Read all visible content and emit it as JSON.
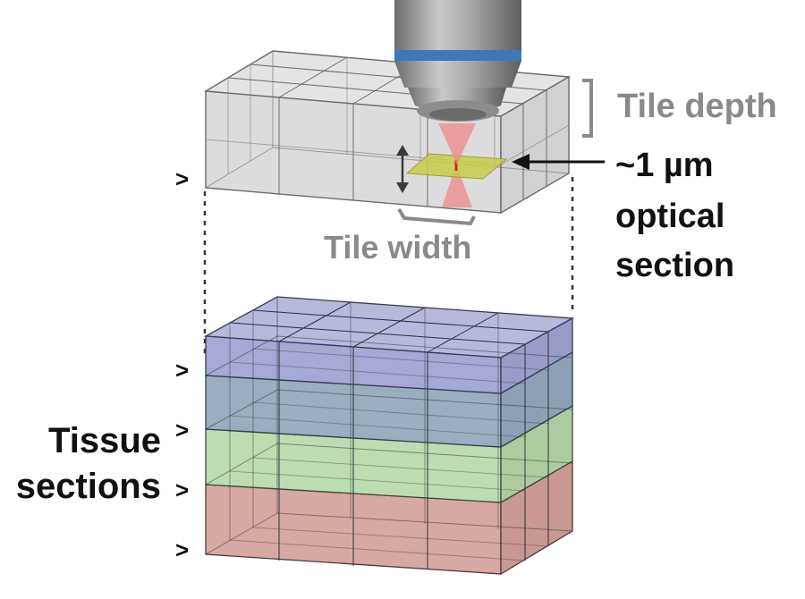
{
  "labels": {
    "tile_depth": "Tile depth",
    "optical_section_line1": "~1 µm",
    "optical_section_line2": "optical",
    "optical_section_line3": "section",
    "tile_width": "Tile width",
    "tissue_line1": "Tissue",
    "tissue_line2": "sections",
    "marker": ">"
  },
  "colors": {
    "top_block_fill": "#d9d9dc",
    "grid_line": "#6b6b6b",
    "optical_plane": "#c8cc4a",
    "laser_cone": "#f08a8a",
    "laser_focus": "#e0201a",
    "objective_body": "#9a9a9a",
    "objective_ring": "#3d79b6",
    "annotation_gray": "#8a8a8a",
    "section_purple": "#9c9ed0",
    "section_slate": "#7a8fa6",
    "section_green": "#b6d8a8",
    "section_red": "#d8a8a4",
    "text_black": "#111111"
  },
  "diagram": {
    "top_block_grid": [
      4,
      3
    ],
    "stack_grid": [
      4,
      3
    ],
    "tissue_section_count": 4
  }
}
